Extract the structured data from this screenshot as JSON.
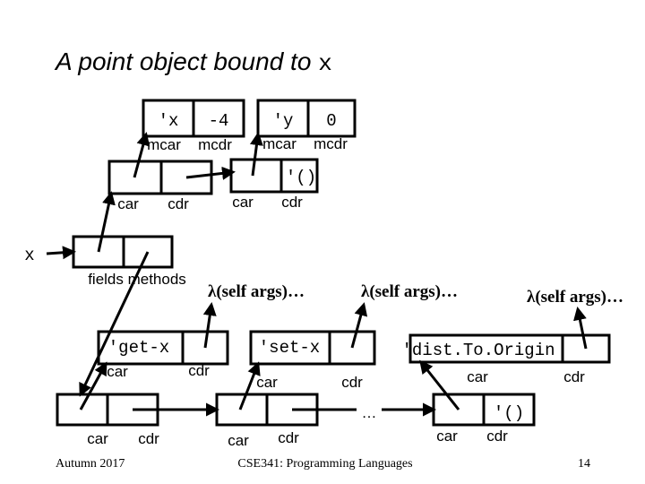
{
  "title": {
    "text": "A point object bound to ",
    "code": "x"
  },
  "labels": {
    "car": "car",
    "cdr": "cdr",
    "mcar": "mcar",
    "mcdr": "mcdr",
    "x": "x",
    "fields_methods": "fields methods",
    "ellipsis": "…",
    "nil": "'()"
  },
  "mpair_x": {
    "car": "'x",
    "cdr": "-4"
  },
  "mpair_y": {
    "car": "'y",
    "cdr": "0"
  },
  "methods": {
    "get": "'get-x",
    "set": "'set-x",
    "dist": "'dist.To.Origin"
  },
  "lambda": "λ(self args)…",
  "footer": {
    "left": "Autumn 2017",
    "center": "CSE341: Programming Languages",
    "page": "14"
  }
}
